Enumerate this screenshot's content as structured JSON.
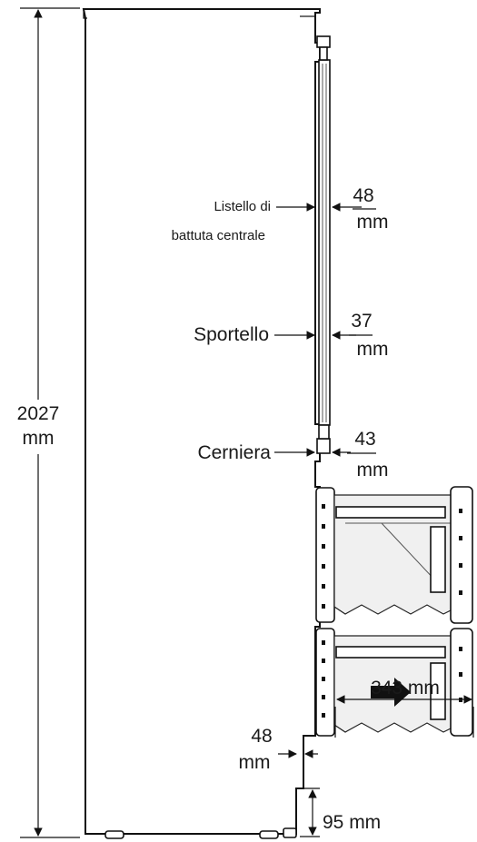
{
  "labels": {
    "height_value": "2027",
    "height_unit": "mm",
    "listello_line1": "Listello di",
    "listello_line2": "battuta centrale",
    "sportello": "Sportello",
    "cerniera": "Cerniera",
    "gap_listello_value": "48",
    "gap_listello_unit": "mm",
    "gap_sportello_value": "37",
    "gap_sportello_unit": "mm",
    "gap_cerniera_value": "43",
    "gap_cerniera_unit": "mm",
    "drawer_extension": "343 mm",
    "bottom_gap_value": "48",
    "bottom_gap_unit": "mm",
    "plinth_height": "95 mm"
  },
  "colors": {
    "line": "#111111",
    "arrow_fill": "#111111",
    "drawer_fill": "#f0f0f0"
  }
}
